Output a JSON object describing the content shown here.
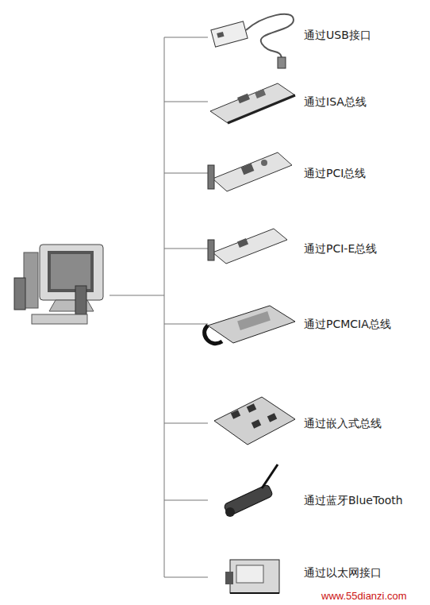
{
  "diagram": {
    "labels": [
      "通过USB接口",
      "通过ISA总线",
      "通过PCI总线",
      "通过PCI-E总线",
      "通过PCMCIA总线",
      "通过嵌入式总线",
      "通过蓝牙BlueTooth",
      "通过以太网接口",
      "www.55dianzi.com"
    ]
  }
}
